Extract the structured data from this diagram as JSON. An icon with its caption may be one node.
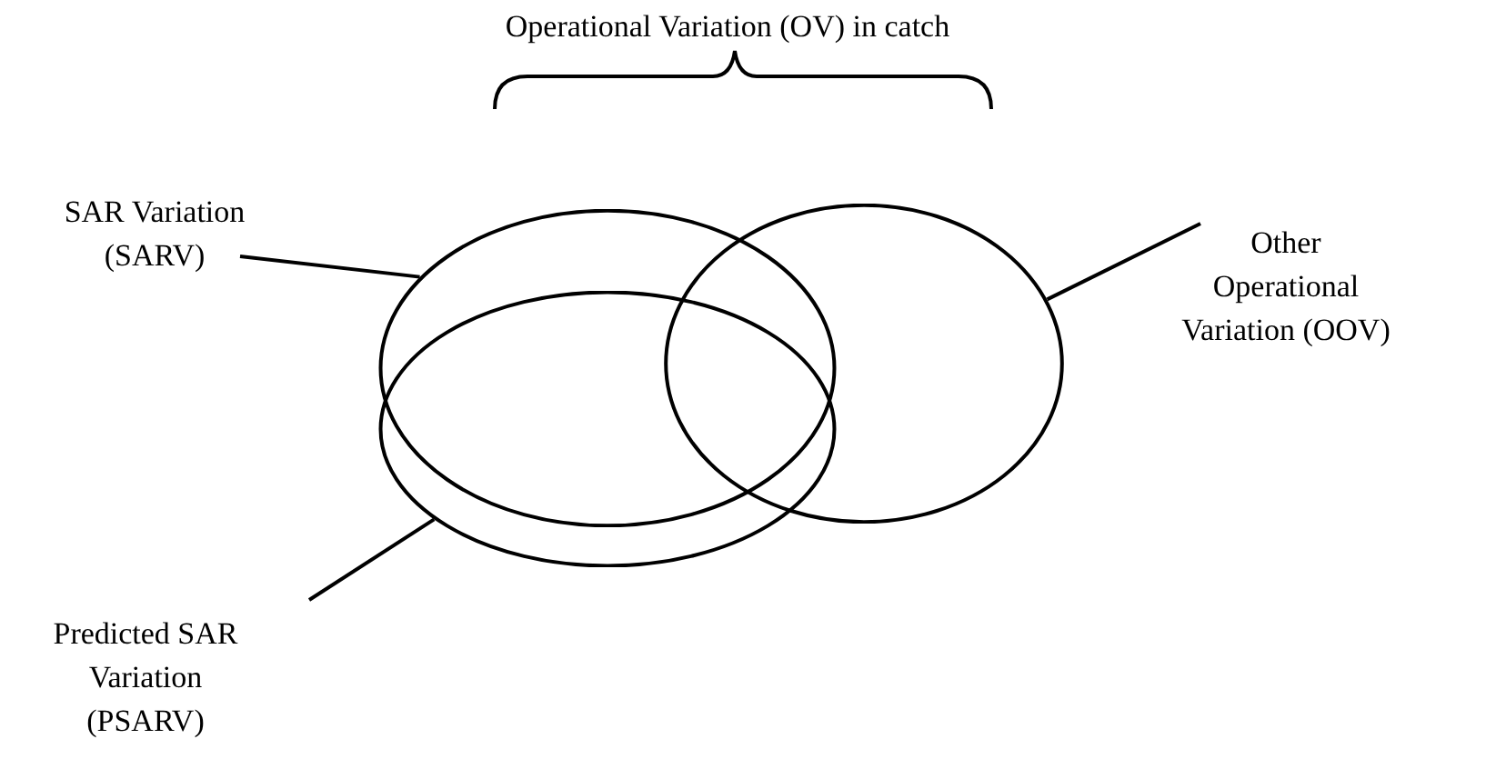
{
  "diagram": {
    "nodes": [
      {
        "text": [
          "SAR Variation (SARV)"
        ]
      },
      {
        "text": [],
        "shape": "ellipse"
      },
      {
        "text": [
          "Other Operational Variation (OOV)"
        ]
      },
      {
        "text": [],
        "shape": "ellipse"
      },
      {
        "text": [
          "Predicted SAR Variation (PSARV)"
        ]
      },
      {
        "text": [],
        "shape": "ellipse"
      }
    ],
    "edges": [
      {
        "from": 0,
        "to": 1,
        "arrow": "none"
      },
      {
        "from": 2,
        "to": 3,
        "arrow": "none"
      },
      {
        "from": 4,
        "to": 5,
        "arrow": "none"
      }
    ],
    "labels": [
      "Operational Variation (OV) in catch"
    ]
  }
}
